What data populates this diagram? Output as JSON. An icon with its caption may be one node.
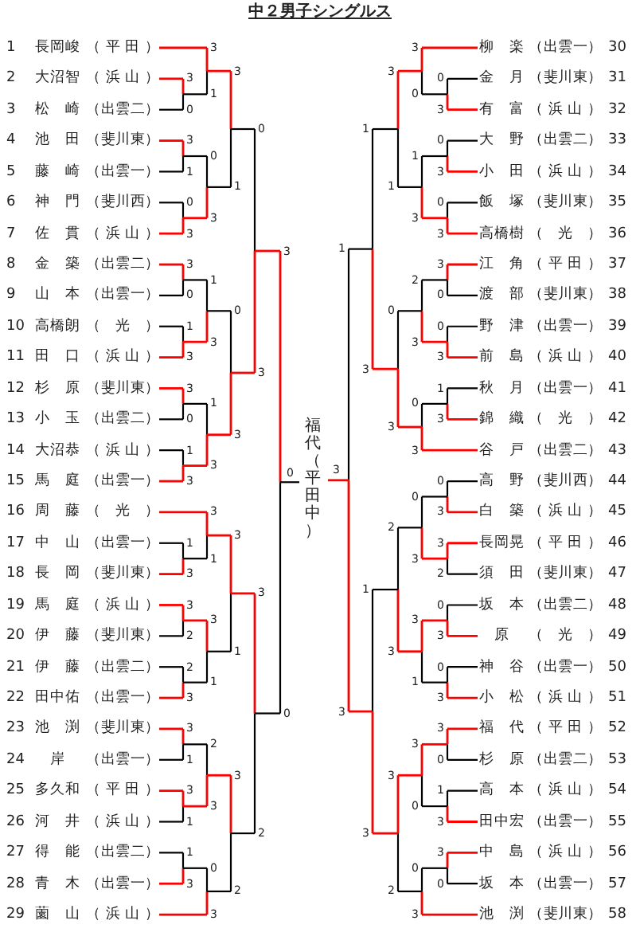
{
  "diagram": {
    "title": "中２男子シングルス",
    "labels": [
      "1",
      "長岡峻",
      "（平田）",
      "2",
      "大沼智",
      "（浜山）",
      "3",
      "松崎",
      "（出雲二）",
      "4",
      "池田",
      "（斐川東）",
      "5",
      "藤崎",
      "（出雲一）",
      "6",
      "神門",
      "（斐川西）",
      "7",
      "佐貫",
      "（浜山）",
      "8",
      "金築",
      "（出雲二）",
      "9",
      "山本",
      "（出雲一）",
      "10",
      "高橋朗",
      "（光）",
      "11",
      "田口",
      "（浜山）",
      "12",
      "杉原",
      "（斐川東）",
      "13",
      "小玉",
      "（出雲二）",
      "14",
      "大沼恭",
      "（浜山）",
      "15",
      "馬庭",
      "（出雲一）",
      "16",
      "周藤",
      "（光）",
      "17",
      "中山",
      "（出雲一）",
      "18",
      "長岡",
      "（斐川東）",
      "19",
      "馬庭",
      "（浜山）",
      "20",
      "伊藤",
      "（斐川東）",
      "21",
      "伊藤",
      "（出雲二）",
      "22",
      "田中佑",
      "（出雲一）",
      "23",
      "池渕",
      "（斐川東）",
      "24",
      "岸",
      "（出雲一）",
      "25",
      "多久和",
      "（平田）",
      "26",
      "河井",
      "（浜山）",
      "27",
      "得能",
      "（出雲二）",
      "28",
      "青木",
      "（出雲一）",
      "29",
      "薗山",
      "（浜山）",
      "柳楽",
      "（出雲一）",
      "30",
      "金月",
      "（斐川東）",
      "31",
      "有富",
      "（浜山）",
      "32",
      "大野",
      "（出雲二）",
      "33",
      "小田",
      "（浜山）",
      "34",
      "飯塚",
      "（斐川東）",
      "35",
      "高橋樹",
      "（光）",
      "36",
      "江角",
      "（平田）",
      "37",
      "渡部",
      "（斐川東）",
      "38",
      "野津",
      "（出雲一）",
      "39",
      "前島",
      "（浜山）",
      "40",
      "秋月",
      "（出雲一）",
      "41",
      "錦織",
      "（光）",
      "42",
      "谷戸",
      "（出雲二）",
      "43",
      "高野",
      "（斐川西）",
      "44",
      "白築",
      "（浜山）",
      "45",
      "長岡晃",
      "（平田）",
      "46",
      "須田",
      "（斐川東）",
      "47",
      "坂本",
      "（出雲二）",
      "48",
      "原",
      "（光）",
      "49",
      "神谷",
      "（出雲一）",
      "50",
      "小松",
      "（浜山）",
      "51",
      "福代",
      "（平田）",
      "52",
      "杉原",
      "（出雲二）",
      "53",
      "高本",
      "（浜山）",
      "54",
      "田中宏",
      "（出雲一）",
      "55",
      "中島",
      "（浜山）",
      "56",
      "坂本",
      "（出雲一）",
      "57",
      "池渕",
      "（斐川東）",
      "58",
      "福代（平田中）",
      "3",
      "0",
      "3",
      "1",
      "3",
      "1",
      "0",
      "3",
      "0",
      "3",
      "3",
      "1",
      "3",
      "0",
      "1",
      "3",
      "1",
      "3",
      "3",
      "0",
      "1",
      "3",
      "1",
      "3",
      "0",
      "3",
      "0",
      "3",
      "1",
      "3",
      "3",
      "1",
      "3",
      "2",
      "2",
      "3",
      "3",
      "1",
      "3",
      "1",
      "3",
      "1",
      "3",
      "1",
      "2",
      "3",
      "1",
      "3",
      "0",
      "3",
      "3",
      "2",
      "3",
      "2",
      "3",
      "0",
      "0",
      "3",
      "3",
      "0",
      "0",
      "3",
      "0",
      "3",
      "1",
      "3",
      "3",
      "1",
      "3",
      "0",
      "0",
      "3",
      "2",
      "3",
      "1",
      "3",
      "0",
      "3",
      "0",
      "3",
      "1",
      "3",
      "0",
      "3",
      "3",
      "2",
      "0",
      "3",
      "0",
      "3",
      "0",
      "3",
      "3",
      "1",
      "2",
      "3",
      "3",
      "0",
      "1",
      "3",
      "3",
      "0",
      "3",
      "0",
      "0",
      "3",
      "3",
      "2",
      "1",
      "3",
      "1",
      "3",
      "0",
      "3"
    ]
  }
}
